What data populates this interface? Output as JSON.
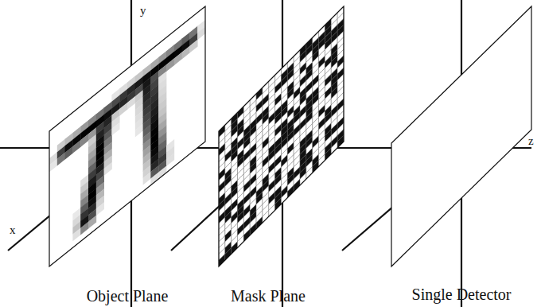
{
  "diagram": {
    "labels": [
      "y",
      "x",
      "z",
      "Object Plane",
      "Mask Plane",
      "Single Detector"
    ]
  }
}
